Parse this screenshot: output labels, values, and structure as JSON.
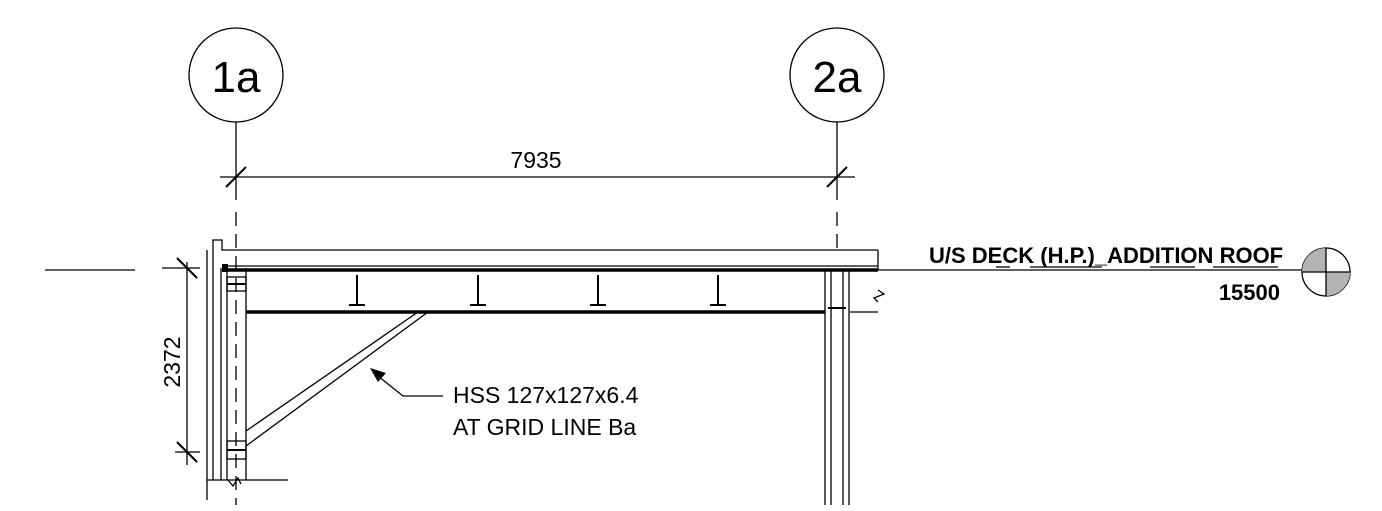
{
  "grid_lines": [
    {
      "label": "1a"
    },
    {
      "label": "2a"
    }
  ],
  "dimensions": {
    "horizontal": "7935",
    "vertical": "2372"
  },
  "brace_note": {
    "line1": "HSS 127x127x6.4",
    "line2": "AT GRID LINE Ba"
  },
  "level": {
    "name_parts": [
      "U/S DE",
      "C",
      "K ",
      "(H.P.)",
      "_ADDI",
      "TION",
      " ",
      "ROOF"
    ],
    "elevation": "15500"
  }
}
